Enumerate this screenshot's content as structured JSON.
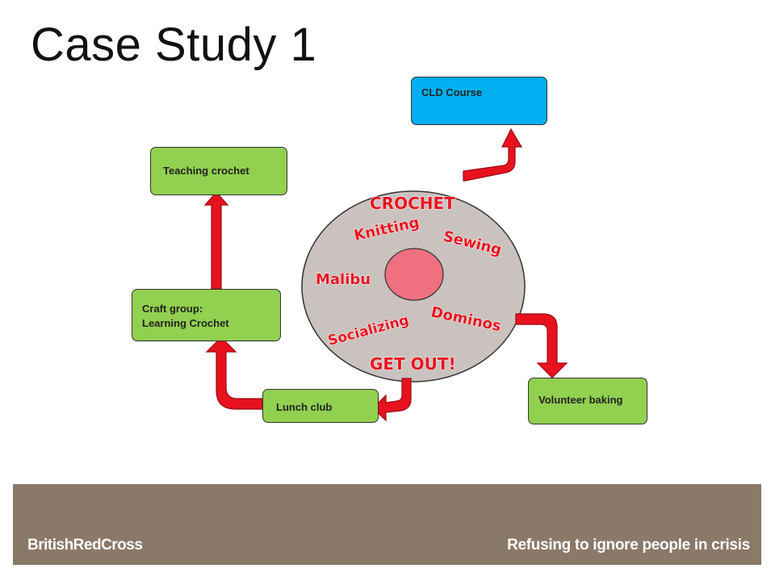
{
  "title": "Case Study 1",
  "nodes": {
    "cld": "CLD Course",
    "teaching": "Teaching crochet",
    "craft_line1": "Craft group:",
    "craft_line2": "Learning Crochet",
    "lunch": "Lunch club",
    "volunteer": "Volunteer baking"
  },
  "hub_words": {
    "crochet": "CROCHET",
    "knitting": "Knitting",
    "sewing": "Sewing",
    "malibu": "Malibu",
    "dominos": "Dominos",
    "socializing": "Socializing",
    "get_out": "GET OUT!"
  },
  "footer": {
    "brand": "BritishRedCross",
    "tagline": "Refusing to ignore people in crisis"
  },
  "colors": {
    "cld_box": "#00b0f0",
    "green_box": "#92d050",
    "arrow": "#e8121f",
    "hub": "#c9c2be",
    "hub_center": "#f07080",
    "footer": "#8a7868"
  }
}
